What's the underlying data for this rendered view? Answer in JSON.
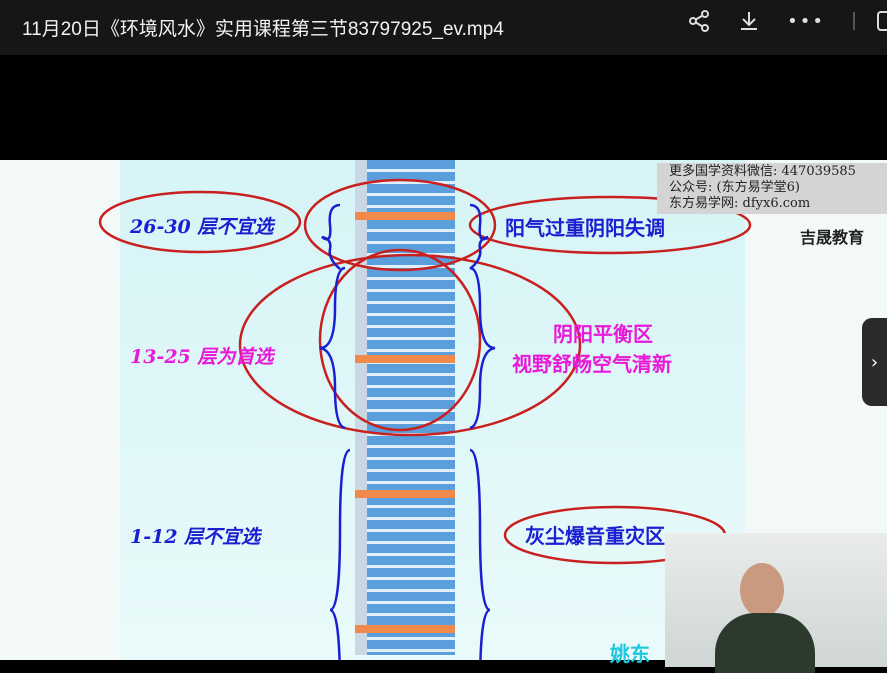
{
  "header": {
    "title": "11月20日《环境风水》实用课程第三节83797925_ev.mp4",
    "icons": [
      "share-icon",
      "download-icon",
      "more-icon"
    ]
  },
  "slide": {
    "left_labels": [
      "26-30 层不宜选",
      "13-25 层为首选",
      "1-12 层不宜选"
    ],
    "right_labels": [
      "阳气过重阴阳失调",
      "阴阳平衡区",
      "视野舒畅空气清新",
      "灰尘爆音重灾区"
    ],
    "footer_text": "姚东",
    "watermark": [
      "更多国学资料微信: 447039585",
      "公众号: (东方易学堂6)",
      "东方易学网: dfyx6.com"
    ],
    "logo": "吉晟教育"
  },
  "colors": {
    "blue_text": "#1a1fd0",
    "magenta_text": "#e81ad8",
    "ink": "#c8201e"
  }
}
